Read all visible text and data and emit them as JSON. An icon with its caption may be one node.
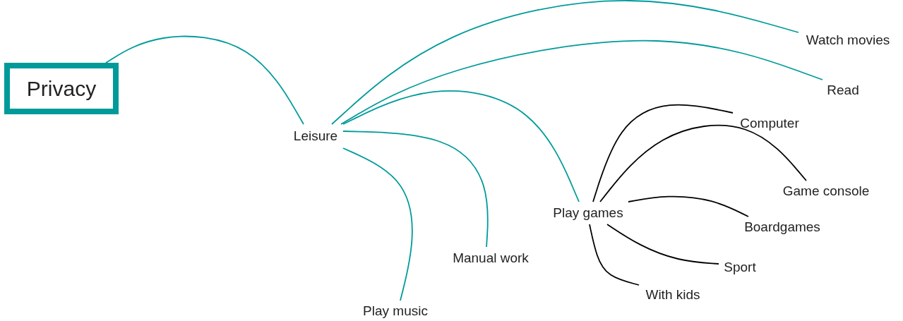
{
  "diagram": {
    "nodes": [
      {
        "text": [
          "Privacy"
        ]
      },
      {
        "text": [
          "Leisure"
        ]
      },
      {
        "text": [
          "Watch movies"
        ]
      },
      {
        "text": [
          "Read"
        ]
      },
      {
        "text": [
          "Play games"
        ]
      },
      {
        "text": [
          "Manual work"
        ]
      },
      {
        "text": [
          "Play music"
        ]
      },
      {
        "text": [
          "Computer"
        ]
      },
      {
        "text": [
          "Game console"
        ]
      },
      {
        "text": [
          "Boardgames"
        ]
      },
      {
        "text": [
          "Sport"
        ]
      },
      {
        "text": [
          "With kids"
        ]
      }
    ],
    "edges": [
      {
        "from": 0,
        "to": 1,
        "arrow": "none"
      },
      {
        "from": 1,
        "to": 2,
        "arrow": "none"
      },
      {
        "from": 1,
        "to": 3,
        "arrow": "none"
      },
      {
        "from": 1,
        "to": 4,
        "arrow": "none"
      },
      {
        "from": 1,
        "to": 5,
        "arrow": "none"
      },
      {
        "from": 1,
        "to": 6,
        "arrow": "none"
      },
      {
        "from": 4,
        "to": 7,
        "arrow": "none",
        "color": "#000000"
      },
      {
        "from": 4,
        "to": 8,
        "arrow": "none",
        "color": "#000000"
      },
      {
        "from": 4,
        "to": 9,
        "arrow": "none",
        "color": "#000000"
      },
      {
        "from": 4,
        "to": 10,
        "arrow": "none",
        "color": "#000000"
      },
      {
        "from": 4,
        "to": 11,
        "arrow": "none",
        "color": "#000000"
      }
    ]
  }
}
